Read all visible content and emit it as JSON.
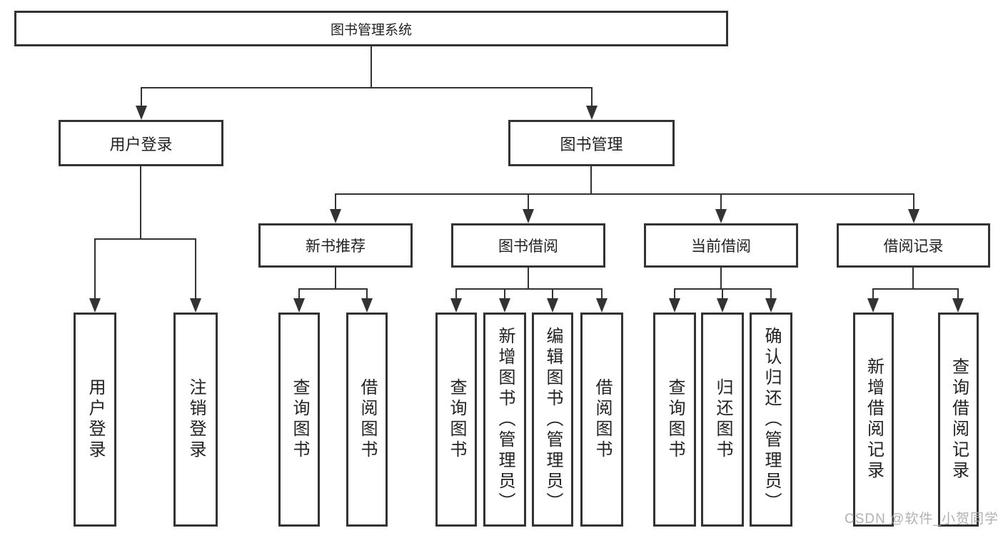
{
  "diagram": {
    "root": {
      "label": "图书管理系统"
    },
    "branches": [
      {
        "label": "用户登录",
        "children": [
          {
            "label": "用户登录"
          },
          {
            "label": "注销登录"
          }
        ]
      },
      {
        "label": "图书管理",
        "children": [
          {
            "label": "新书推荐",
            "children": [
              {
                "label": "查询图书"
              },
              {
                "label": "借阅图书"
              }
            ]
          },
          {
            "label": "图书借阅",
            "children": [
              {
                "label": "查询图书"
              },
              {
                "label": "新增图书（管理员）"
              },
              {
                "label": "编辑图书（管理员）"
              },
              {
                "label": "借阅图书"
              }
            ]
          },
          {
            "label": "当前借阅",
            "children": [
              {
                "label": "查询图书"
              },
              {
                "label": "归还图书"
              },
              {
                "label": "确认归还（管理员）"
              }
            ]
          },
          {
            "label": "借阅记录",
            "children": [
              {
                "label": "新增借阅记录"
              },
              {
                "label": "查询借阅记录"
              }
            ]
          }
        ]
      }
    ]
  },
  "watermark": {
    "text": "CSDN @软件_小贺同学"
  },
  "colors": {
    "line": "#333333",
    "border": "#333333",
    "text": "#222222",
    "background": "#ffffff",
    "watermark": "#a8a8a8"
  }
}
